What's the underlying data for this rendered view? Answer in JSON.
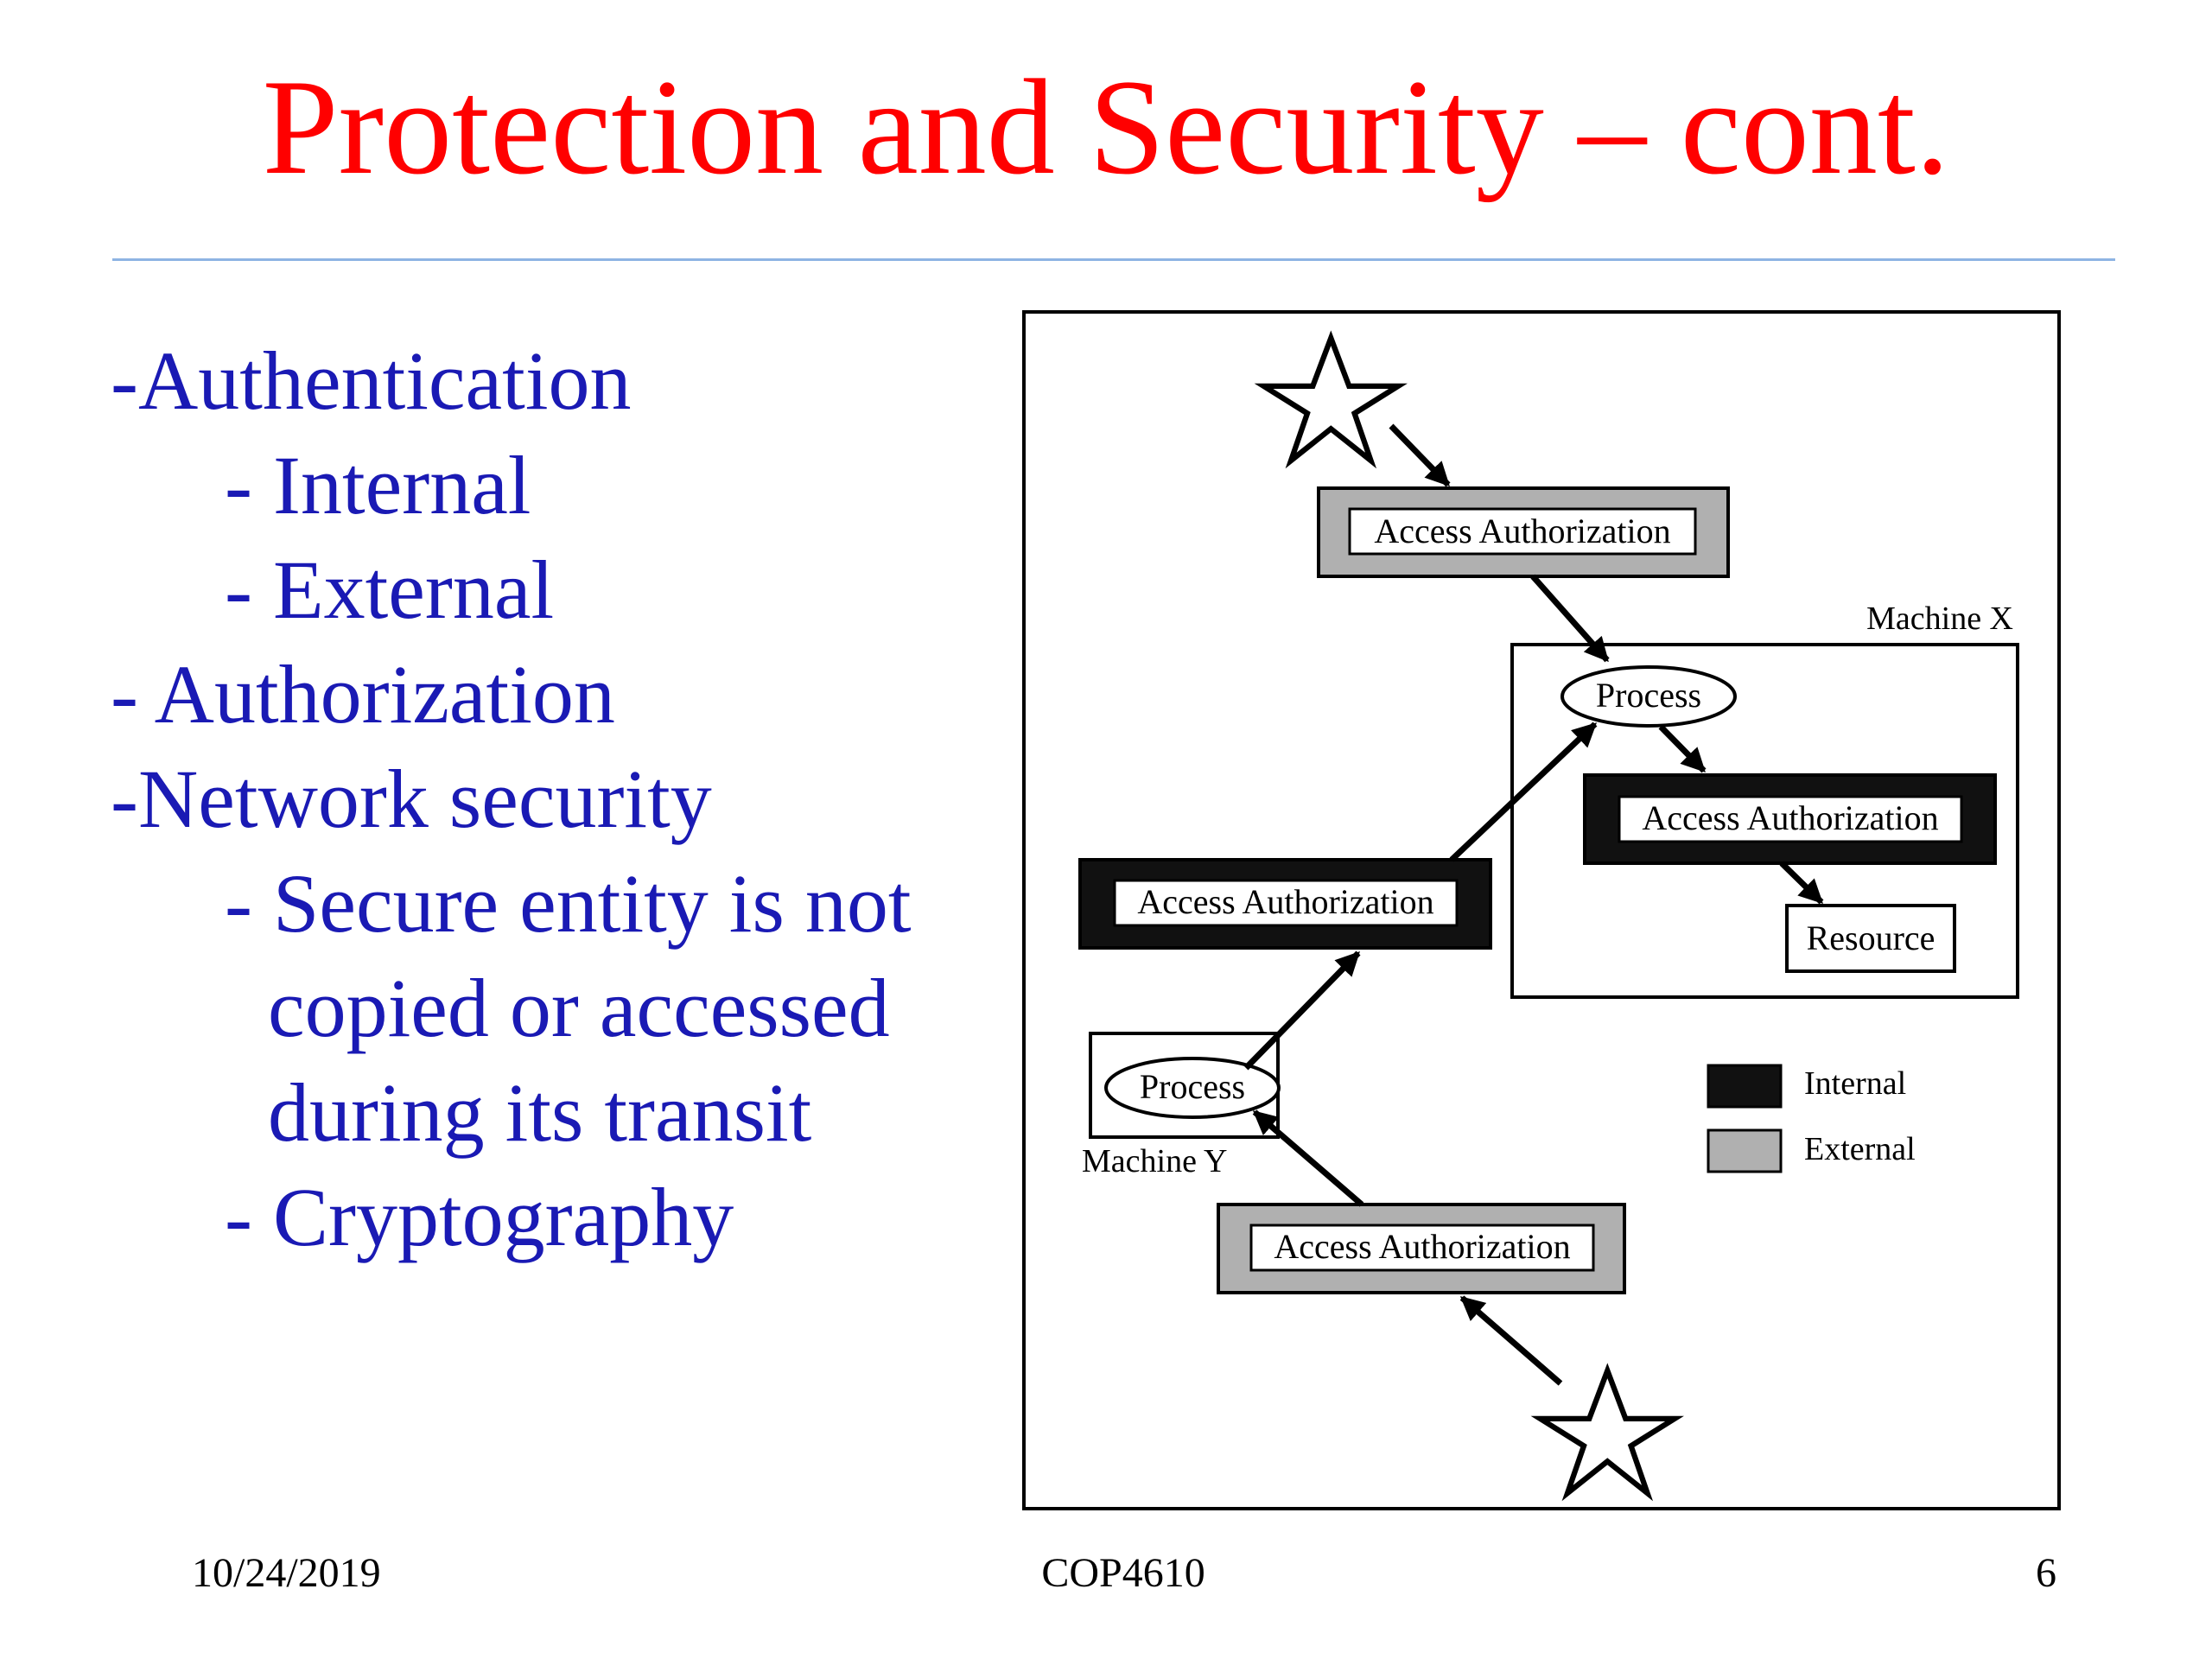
{
  "slide": {
    "title": "Protection and Security – cont.",
    "bullets": [
      {
        "text": "-Authentication",
        "level": 1
      },
      {
        "text": "- Internal",
        "level": 2
      },
      {
        "text": "- External",
        "level": 2
      },
      {
        "text": "- Authorization",
        "level": 1
      },
      {
        "text": "-Network security",
        "level": 1
      },
      {
        "text": "- Secure entity is not",
        "level": 2
      },
      {
        "text": "copied or accessed",
        "level": 3
      },
      {
        "text": "during its transit",
        "level": 3
      },
      {
        "text": "- Cryptography",
        "level": 2
      }
    ]
  },
  "diagram": {
    "machine_x_label": "Machine X",
    "machine_y_label": "Machine Y",
    "access_auth_top": "Access Authorization",
    "access_auth_x": "Access Authorization",
    "access_auth_mid": "Access Authorization",
    "access_auth_bottom": "Access Authorization",
    "process_x": "Process",
    "process_y": "Process",
    "resource": "Resource",
    "legend": [
      {
        "label": "Internal",
        "color": "#111111"
      },
      {
        "label": "External",
        "color": "#b0b0b0"
      }
    ]
  },
  "footer": {
    "date": "10/24/2019",
    "course": "COP4610",
    "page": "6"
  }
}
